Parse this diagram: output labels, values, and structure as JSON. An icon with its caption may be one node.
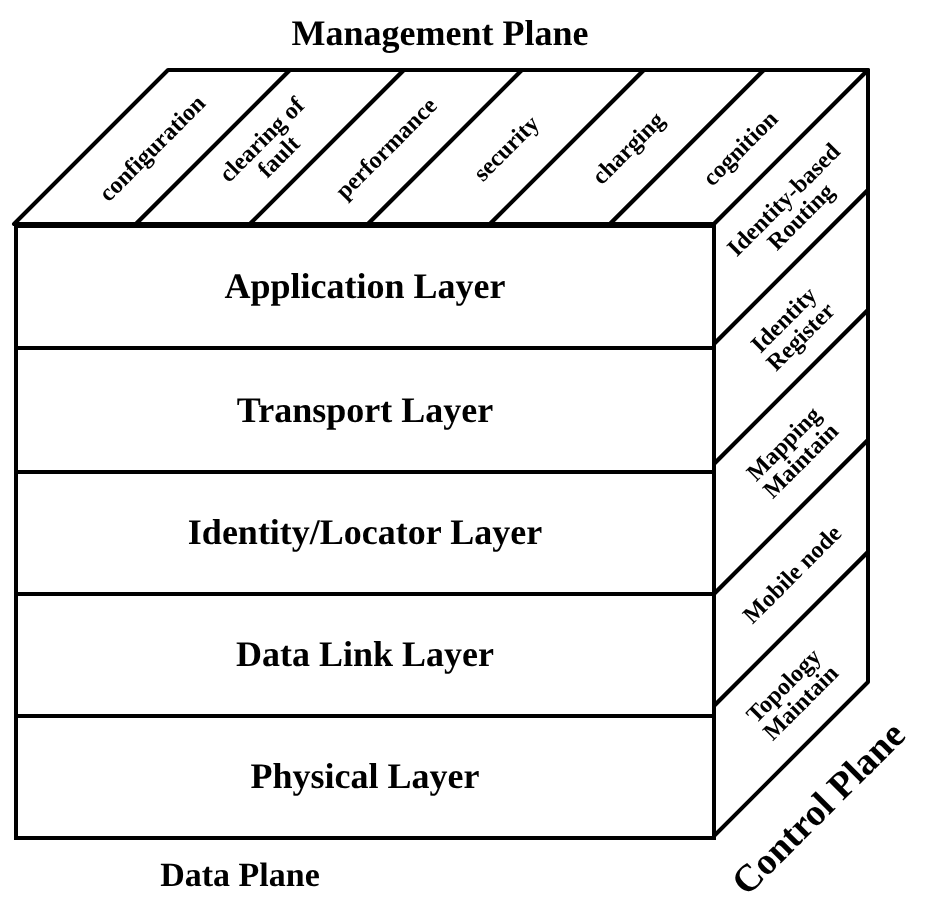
{
  "diagram": {
    "nodes": [
      {
        "text": [
          "configuration"
        ]
      },
      {
        "text": [
          "clearing of fault"
        ]
      },
      {
        "text": [
          "performance"
        ]
      },
      {
        "text": [
          "security"
        ]
      },
      {
        "text": [
          "charging"
        ]
      },
      {
        "text": [
          "cognition"
        ]
      },
      {
        "text": [
          "Identity-based Routing"
        ]
      },
      {
        "text": [
          "Application Layer"
        ]
      },
      {
        "text": [
          "Transport Layer"
        ]
      },
      {
        "text": [
          "Identity/Locator Layer"
        ]
      },
      {
        "text": [
          "Data Link Layer"
        ]
      },
      {
        "text": [
          "Physical Layer"
        ]
      },
      {
        "text": [
          "Identity Register"
        ]
      },
      {
        "text": [
          "Mapping Maintain"
        ]
      },
      {
        "text": [
          "Mobile node"
        ]
      },
      {
        "text": [
          "Topology Maintain"
        ]
      }
    ],
    "edges": [],
    "labels": [
      "Management Plane",
      "Control Plane",
      "Data Plane"
    ]
  }
}
